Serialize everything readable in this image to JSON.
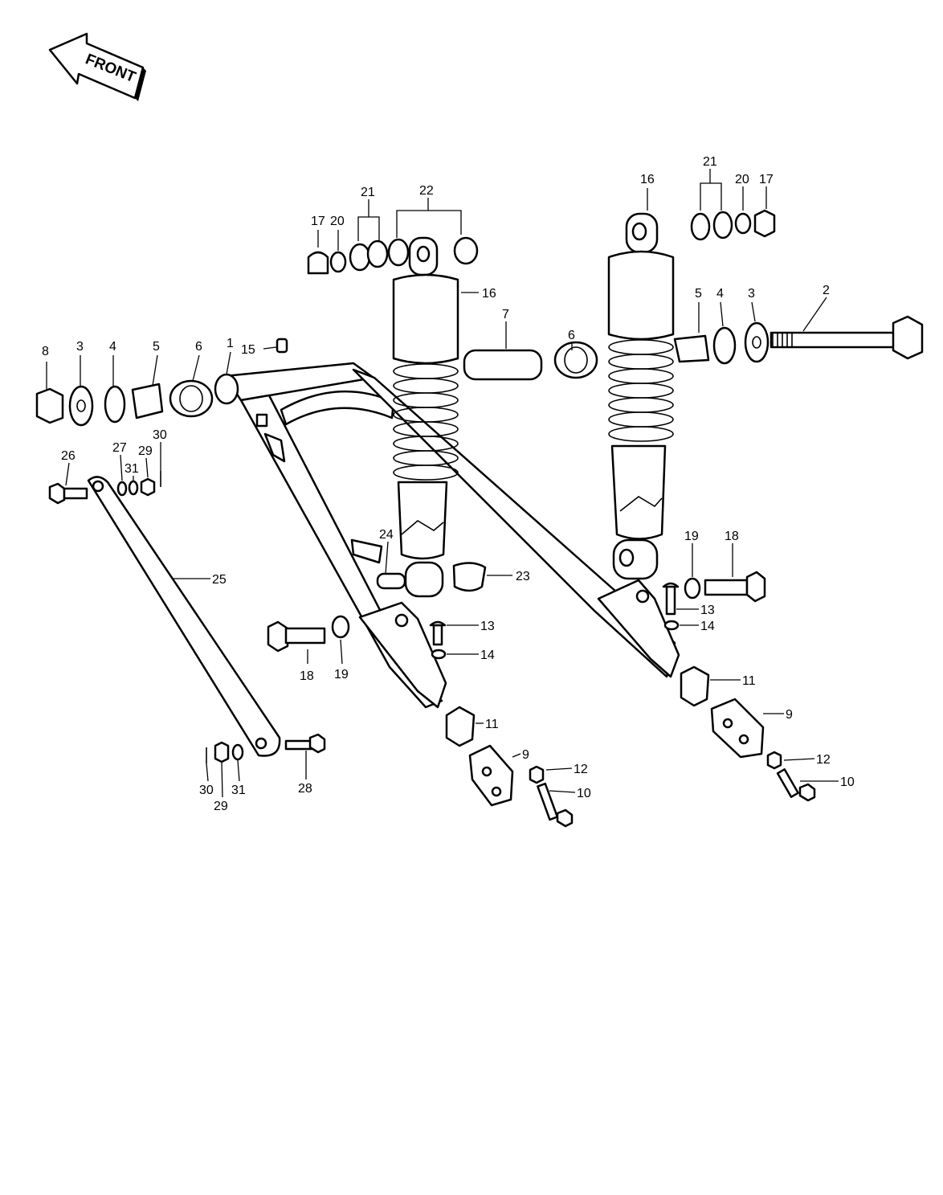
{
  "front_arrow": {
    "text": "FRONT"
  },
  "callouts": [
    {
      "id": "c-8a",
      "text": "8"
    },
    {
      "id": "c-3a",
      "text": "3"
    },
    {
      "id": "c-4a",
      "text": "4"
    },
    {
      "id": "c-5a",
      "text": "5"
    },
    {
      "id": "c-6a",
      "text": "6"
    },
    {
      "id": "c-1",
      "text": "1"
    },
    {
      "id": "c-15",
      "text": "15"
    },
    {
      "id": "c-17a",
      "text": "17"
    },
    {
      "id": "c-20a",
      "text": "20"
    },
    {
      "id": "c-21a",
      "text": "21"
    },
    {
      "id": "c-22",
      "text": "22"
    },
    {
      "id": "c-16a",
      "text": "16"
    },
    {
      "id": "c-7",
      "text": "7"
    },
    {
      "id": "c-6b",
      "text": "6"
    },
    {
      "id": "c-16b",
      "text": "16"
    },
    {
      "id": "c-21b",
      "text": "21"
    },
    {
      "id": "c-20b",
      "text": "20"
    },
    {
      "id": "c-17b",
      "text": "17"
    },
    {
      "id": "c-5b",
      "text": "5"
    },
    {
      "id": "c-4b",
      "text": "4"
    },
    {
      "id": "c-3b",
      "text": "3"
    },
    {
      "id": "c-2",
      "text": "2"
    },
    {
      "id": "c-26",
      "text": "26"
    },
    {
      "id": "c-27",
      "text": "27"
    },
    {
      "id": "c-31a",
      "text": "31"
    },
    {
      "id": "c-29a",
      "text": "29"
    },
    {
      "id": "c-30a",
      "text": "30"
    },
    {
      "id": "c-25",
      "text": "25"
    },
    {
      "id": "c-24",
      "text": "24"
    },
    {
      "id": "c-23",
      "text": "23"
    },
    {
      "id": "c-19a",
      "text": "19"
    },
    {
      "id": "c-18a",
      "text": "18"
    },
    {
      "id": "c-13a",
      "text": "13"
    },
    {
      "id": "c-14a",
      "text": "14"
    },
    {
      "id": "c-18b",
      "text": "18"
    },
    {
      "id": "c-19b",
      "text": "19"
    },
    {
      "id": "c-13b",
      "text": "13"
    },
    {
      "id": "c-14b",
      "text": "14"
    },
    {
      "id": "c-11a",
      "text": "11"
    },
    {
      "id": "c-11b",
      "text": "11"
    },
    {
      "id": "c-9a",
      "text": "9"
    },
    {
      "id": "c-9b",
      "text": "9"
    },
    {
      "id": "c-12a",
      "text": "12"
    },
    {
      "id": "c-12b",
      "text": "12"
    },
    {
      "id": "c-10a",
      "text": "10"
    },
    {
      "id": "c-10b",
      "text": "10"
    },
    {
      "id": "c-30b",
      "text": "30"
    },
    {
      "id": "c-29b",
      "text": "29"
    },
    {
      "id": "c-31b",
      "text": "31"
    },
    {
      "id": "c-28",
      "text": "28"
    }
  ]
}
